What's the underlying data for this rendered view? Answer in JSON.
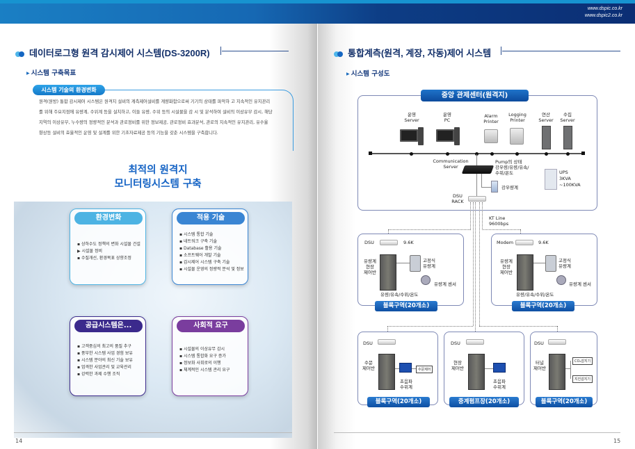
{
  "header": {
    "urls": [
      "www.dspic.co.kr",
      "www.dspic2.co.kr"
    ]
  },
  "left": {
    "title": "데이터로그형 원격 감시제어 시스템(DS-3200R)",
    "subtitle": "시스템 구축목표",
    "pill": "시스템 기술의 환경변화",
    "paragraph_lines": [
      "원격(원방) 통합 감시제어 시스템은 원격지 설비의 계측제어설비를 계량화함으로써 기기의 상태를 파악하 고 지속적인 유지관리",
      "를 위해 주요지점에 유량계, 수위계 등을 설치하고, 이들 유량, 수위 등의 시설물을 감 시 및 분석하여 설비의 이상유무 감시, 해당",
      "지역의 이상유무, 누수량의 정량적인 분석과 관로정비를 위한 정보제공, 관로정비 효과분석, 관로의 지속적인 유지관리, 유수율",
      "향상등 설비의 효율적인 운영 및 설계를 위한 기초자료제공 등의 기능을 갖춘 시스템을 구축합니다."
    ],
    "heading": [
      "최적의 원격지",
      "모니터링시스템 구축"
    ],
    "cards": [
      {
        "title": "환경변화",
        "color": "#4db3e3",
        "items": [
          "상하수도 정책의 변화 시설물 건설 ▶ 시설물 정비",
          "수질개선, 환경목표 상향조정"
        ]
      },
      {
        "title": "적용 기술",
        "color": "#3a85d3",
        "items": [
          "시스템 통합 기술",
          "네트워크 구축 기술",
          "Database 활용 기술",
          "소프트웨어 개발 기술",
          "감시제어 시스템 구축 기술",
          "시설물 운영의 정량적 분석 및 정보"
        ]
      },
      {
        "title": "공급시스템은...",
        "color": "#3b2a8c",
        "items": [
          "고객중심의 최고의 품질 추구",
          "풍부한 시스템 사업 경험 보유",
          "시스템 분야의 최신 기술 보유",
          "엄격한 사업관리 및 교육관리",
          "강력한 과제 수행 조직"
        ]
      },
      {
        "title": "사회적 요구",
        "color": "#7a3d9e",
        "items": [
          "시설물의 이상유무 감시",
          "시스템 통합화 요구 증가",
          "정보화 사회로의 이행",
          "체계적인 시스템 관리 요구"
        ]
      }
    ],
    "page_number": "14"
  },
  "right": {
    "title": "통합계측(원격, 계장, 자동)제어 시스템",
    "subtitle": "시스템 구성도",
    "center_title": "중앙 관제센터(원격지)",
    "devices": [
      {
        "l1": "운영",
        "l2": "Server"
      },
      {
        "l1": "운영",
        "l2": "PC"
      },
      {
        "l1": "Alarm",
        "l2": "Printer"
      },
      {
        "l1": "Logging",
        "l2": "Printer"
      },
      {
        "l1": "연산",
        "l2": "Server"
      },
      {
        "l1": "수집",
        "l2": "Server"
      }
    ],
    "comm_server": [
      "Communication",
      "Server"
    ],
    "pump_status": [
      "Pump의 상태",
      "강우량/유량/유속/",
      "수위/온도"
    ],
    "rain_gauge": "강우량계",
    "ups": {
      "name": "UPS",
      "spec1": "3KVA",
      "spec2": "~100KVA"
    },
    "dsu_rack": [
      "DSU",
      "RACK"
    ],
    "kt_line": [
      "KT Line",
      "9600bps"
    ],
    "upper_blocks": [
      {
        "device": "DSU",
        "speed": "9.6K",
        "panel": [
          "유량계",
          "현장",
          "제어반"
        ],
        "meter": [
          "고정식",
          "유량계"
        ],
        "sensor": "유량계 센서",
        "measures": "유량/유속/수위/온도",
        "label": "블록구역(20개소)"
      },
      {
        "device": "Modem",
        "speed": "9.6K",
        "panel": [
          "유량계",
          "현장",
          "제어반"
        ],
        "meter": [
          "고정식",
          "유량계"
        ],
        "sensor": "유량계 센서",
        "measures": "유량/유속/수위/온도",
        "label": "블록구역(20개소)"
      }
    ],
    "lower_blocks": [
      {
        "device": "DSU",
        "panel": [
          "수문",
          "제어반"
        ],
        "meter": [
          "초음파",
          "수위계"
        ],
        "extra": [
          "수문제어"
        ],
        "label": "블록구역(20개소)"
      },
      {
        "device": "DSU",
        "panel": [
          "현장",
          "제어반"
        ],
        "meter": [
          "초음파",
          "수위계"
        ],
        "label": "중계펌프장(20개소)"
      },
      {
        "device": "DSU",
        "panel": [
          "터널",
          "제어반"
        ],
        "extra": [
          "CO₂감지기",
          "지진감지기"
        ],
        "label": "블록구역(20개소)"
      }
    ],
    "page_number": "15"
  }
}
